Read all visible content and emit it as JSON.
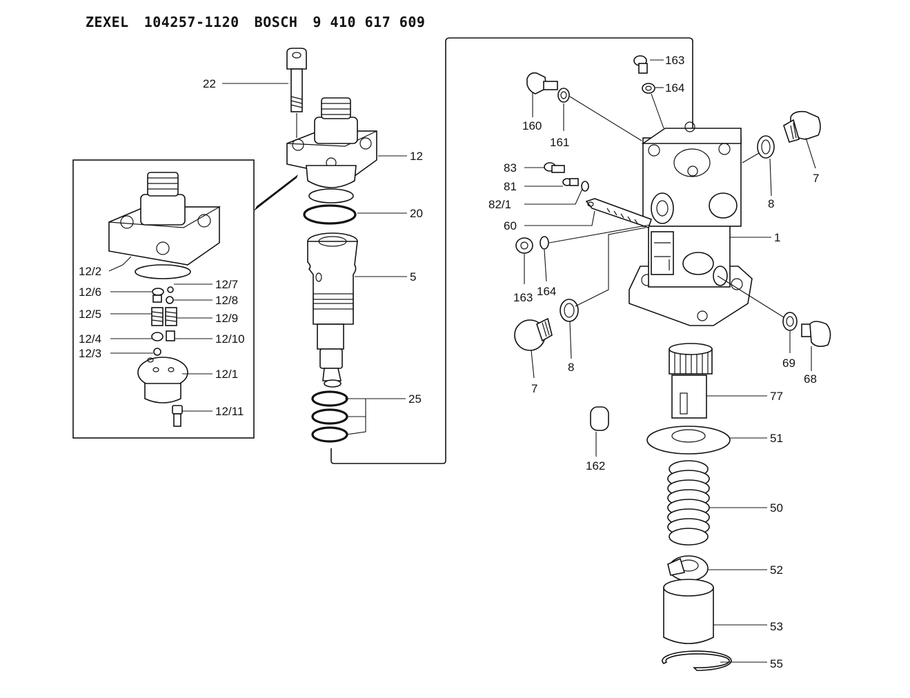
{
  "header": {
    "brand_a": "ZEXEL",
    "part_no_a": "104257-1120",
    "brand_b": "BOSCH",
    "part_no_b": "9 410 617 609"
  },
  "callouts": {
    "c22": "22",
    "c12": "12",
    "c20": "20",
    "c5": "5",
    "c25": "25",
    "c12_2": "12/2",
    "c12_6": "12/6",
    "c12_7": "12/7",
    "c12_8": "12/8",
    "c12_5": "12/5",
    "c12_9": "12/9",
    "c12_4": "12/4",
    "c12_10": "12/10",
    "c12_3": "12/3",
    "c12_1": "12/1",
    "c12_11": "12/11",
    "c163a": "163",
    "c164a": "164",
    "c160": "160",
    "c161": "161",
    "c7a": "7",
    "c8a": "8",
    "c83": "83",
    "c81": "81",
    "c82_1": "82/1",
    "c60": "60",
    "c1": "1",
    "c163b": "163",
    "c164b": "164",
    "c7b": "7",
    "c8b": "8",
    "c69": "69",
    "c68": "68",
    "c77": "77",
    "c51": "51",
    "c162": "162",
    "c50": "50",
    "c52": "52",
    "c53": "53",
    "c55": "55"
  }
}
